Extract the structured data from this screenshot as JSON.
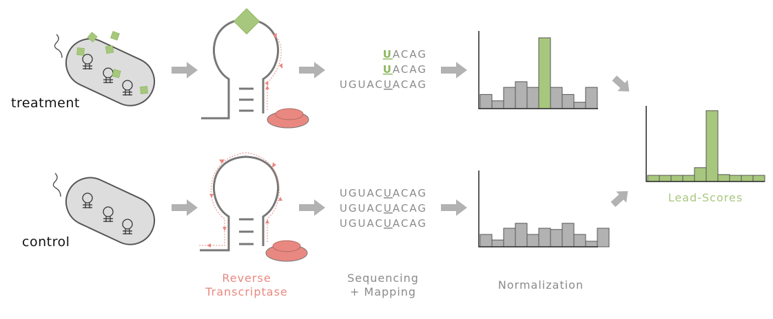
{
  "rows": [
    {
      "label": "treatment",
      "reads": [
        {
          "pre": "",
          "mod": "U",
          "post": "ACAG",
          "mod_color": "#8cb85c"
        },
        {
          "pre": "",
          "mod": "U",
          "post": "ACAG",
          "mod_color": "#8cb85c"
        },
        {
          "pre": "UGUAC",
          "mod": "U",
          "post": "ACAG",
          "mod_color": "#8a8a8a"
        }
      ]
    },
    {
      "label": "control",
      "reads": [
        {
          "pre": "UGUAC",
          "mod": "U",
          "post": "ACAG",
          "mod_color": "#8a8a8a"
        },
        {
          "pre": "UGUAC",
          "mod": "U",
          "post": "ACAG",
          "mod_color": "#8a8a8a"
        },
        {
          "pre": "UGUAC",
          "mod": "U",
          "post": "ACAG",
          "mod_color": "#8a8a8a"
        }
      ]
    }
  ],
  "steps": {
    "reverse_transcriptase_line1": "Reverse",
    "reverse_transcriptase_line2": "Transcriptase",
    "sequencing_line1": "Sequencing",
    "sequencing_line2": "+ Mapping",
    "normalization": "Normalization"
  },
  "result_label": "Lead-Scores",
  "colors": {
    "bar": "#b2b2b2",
    "highlight": "#a8c77e",
    "enzyme": "#e98880",
    "cell": "#dddddd",
    "arrow": "#b2b2b2",
    "rna": "#777777"
  },
  "chart_data": [
    {
      "type": "bar",
      "name": "treatment-normalization",
      "values": [
        2,
        1.1,
        3,
        3.8,
        3,
        10,
        3,
        2,
        0.9,
        3
      ],
      "highlight_index": 5,
      "ylim": [
        0,
        10
      ]
    },
    {
      "type": "bar",
      "name": "control-normalization",
      "values": [
        2,
        1.1,
        3,
        3.8,
        2,
        3,
        2.8,
        3.8,
        2,
        0.9,
        3
      ],
      "highlight_index": -1,
      "ylim": [
        0,
        10
      ]
    },
    {
      "type": "bar",
      "name": "lead-scores",
      "values": [
        0.8,
        0.8,
        0.8,
        0.8,
        1.8,
        9.2,
        0.9,
        0.8,
        0.8,
        0.8
      ],
      "highlight_index": 5,
      "all_highlight": true,
      "ylim": [
        0,
        10
      ]
    }
  ]
}
